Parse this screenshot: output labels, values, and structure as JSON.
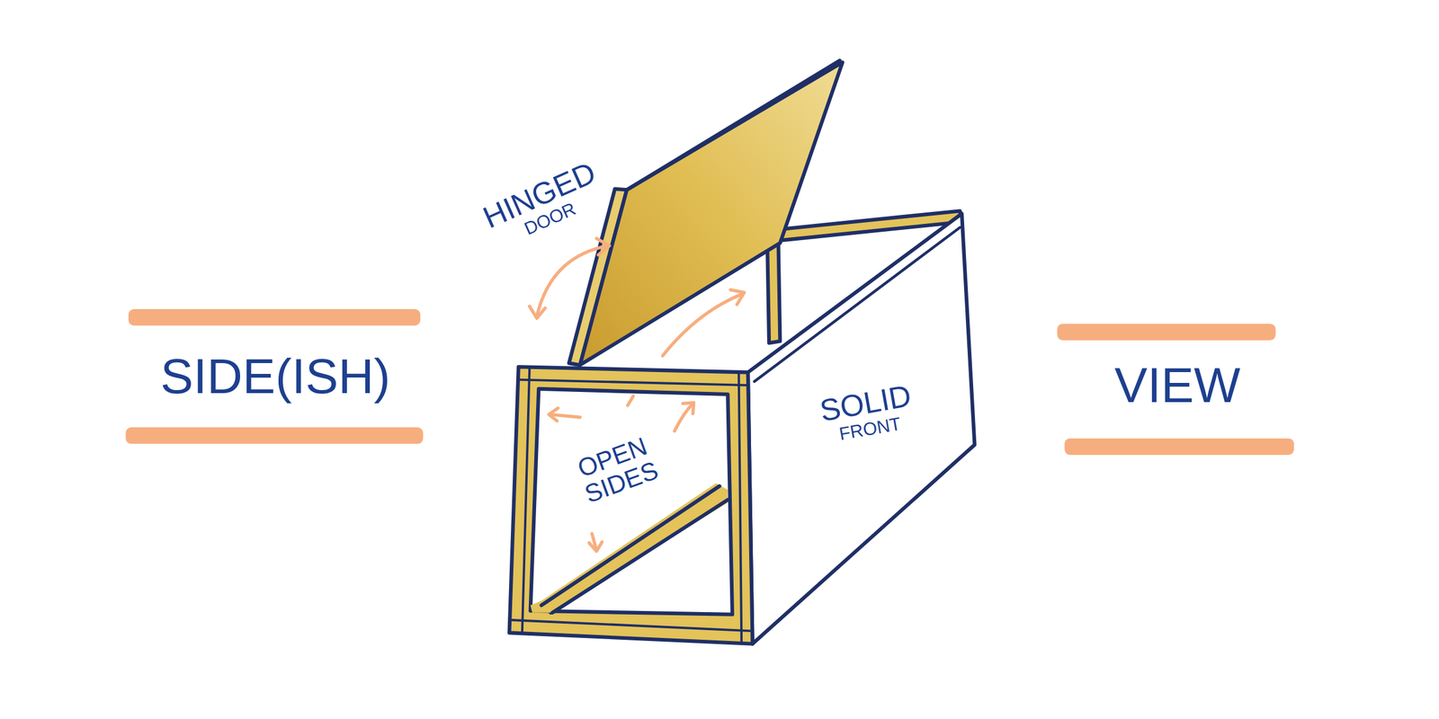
{
  "diagram": {
    "labels": [
      "SIDE(ISH)",
      "VIEW",
      "HINGED DOOR",
      "OPEN SIDES",
      "SOLID FRONT"
    ]
  }
}
